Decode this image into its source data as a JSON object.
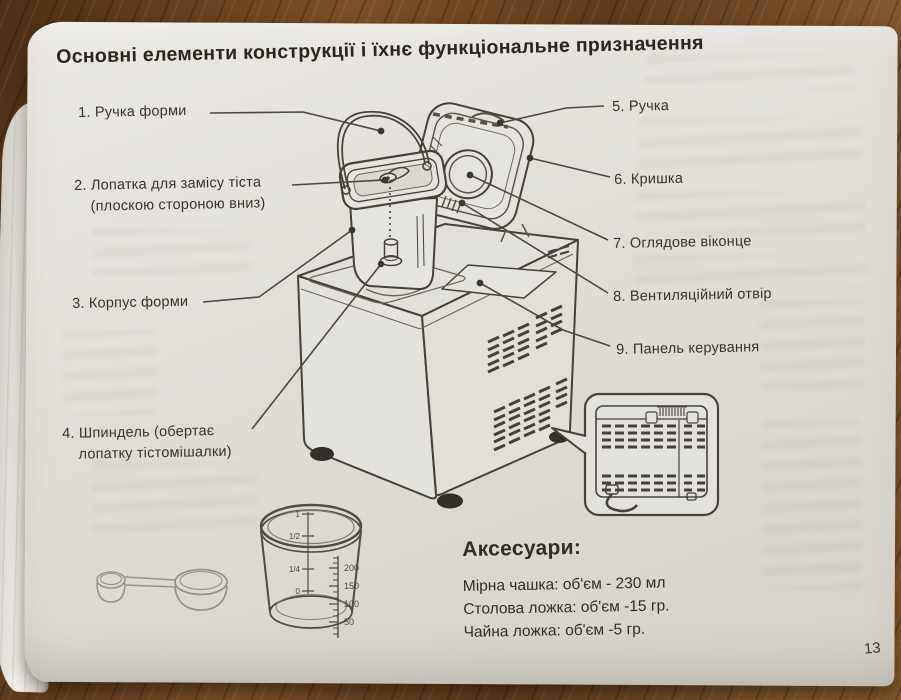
{
  "page": {
    "title": "Основні елементи конструкції і їхнє функціональне призначення",
    "page_number": "13"
  },
  "callouts": {
    "left": [
      {
        "lines": [
          "1. Ручка форми"
        ]
      },
      {
        "lines": [
          "2. Лопатка для замісу тіста",
          "(плоскою стороною вниз)"
        ]
      },
      {
        "lines": [
          "3. Корпус форми"
        ]
      },
      {
        "lines": [
          "4. Шпиндель (обертає",
          "лопатку тістомішалки)"
        ]
      }
    ],
    "right": [
      {
        "lines": [
          "5. Ручка"
        ]
      },
      {
        "lines": [
          "6. Кришка"
        ]
      },
      {
        "lines": [
          "7. Оглядове віконце"
        ]
      },
      {
        "lines": [
          "8. Вентиляційний отвір"
        ]
      },
      {
        "lines": [
          "9. Панель керування"
        ]
      }
    ]
  },
  "accessories": {
    "heading": "Аксесуари:",
    "items": [
      "Мірна чашка: об'єм - 230 мл",
      "Столова ложка: об'єм -15 гр.",
      "Чайна ложка: об'єм -5 гр."
    ]
  },
  "measuring_cup": {
    "side_scale": [
      "200",
      "150",
      "100",
      "50"
    ],
    "inner_scale": [
      "1",
      "1/2",
      "1/4",
      "0"
    ]
  },
  "colors": {
    "page": "#e2dfda",
    "ink": "#2c2924",
    "line_art": "#45423c",
    "wood": "#6f4a26"
  }
}
